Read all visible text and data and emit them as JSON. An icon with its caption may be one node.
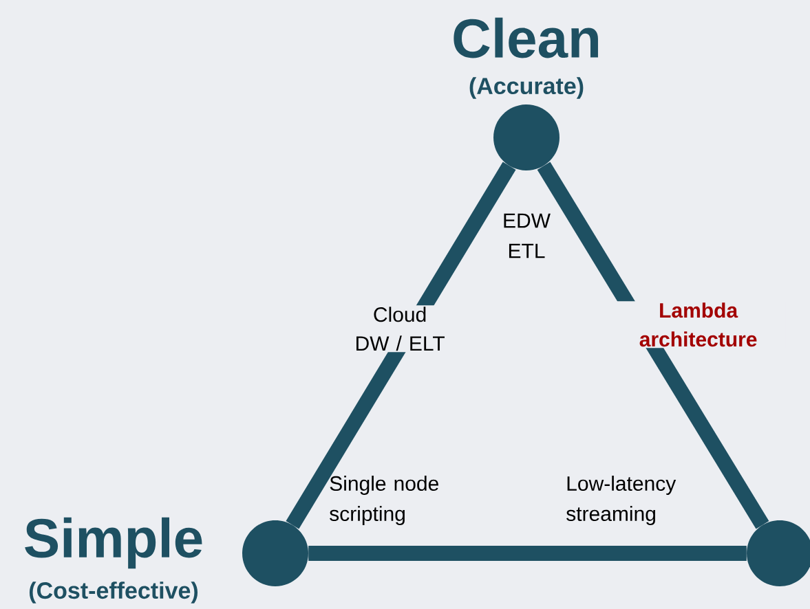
{
  "diagram": {
    "nodes": [
      {
        "text": [
          "Clean",
          "(Accurate)"
        ]
      },
      {
        "text": [
          "Simple",
          "(Cost-effective)"
        ]
      },
      {
        "text": [],
        "shape": "circle"
      }
    ],
    "edges": [
      {
        "from": 0,
        "to": 1,
        "arrow": "none",
        "label": "Cloud DW / ELT"
      },
      {
        "from": 0,
        "to": 2,
        "arrow": "none",
        "label": "Lambda architecture"
      },
      {
        "from": 1,
        "to": 2,
        "arrow": "none"
      }
    ],
    "labels": [
      "EDW ETL",
      "Single node scripting",
      "Low-latency streaming"
    ]
  }
}
